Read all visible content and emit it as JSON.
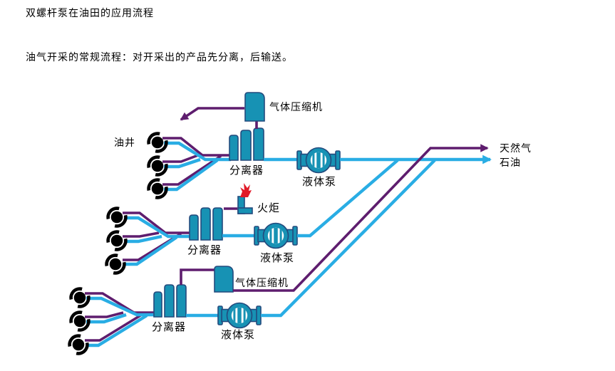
{
  "page": {
    "title": "双螺杆泵在油田的应用流程",
    "subtitle": "油气开采的常规流程：对开采出的产品先分离，后输送。"
  },
  "diagram": {
    "labels": {
      "oil_well": "油井",
      "separator": "分离器",
      "liquid_pump": "液体泵",
      "gas_compressor": "气体压缩机",
      "flare": "火炬",
      "natural_gas": "天然气",
      "oil": "石油"
    },
    "trains": [
      {
        "wells": 3,
        "equipment": [
          "分离器",
          "气体压缩机",
          "液体泵"
        ]
      },
      {
        "wells": 3,
        "equipment": [
          "分离器",
          "火炬",
          "液体泵"
        ]
      },
      {
        "wells": 3,
        "equipment": [
          "分离器",
          "气体压缩机",
          "液体泵"
        ]
      }
    ],
    "outputs": [
      "天然气",
      "石油"
    ],
    "colors": {
      "equipment_fill": "#1792b4",
      "equipment_stroke": "#234a7d",
      "gas_line": "#5e1d6e",
      "liquid_line": "#29ade4",
      "flame": "#e11a28",
      "well": "#000000",
      "text": "#000000",
      "background": "#ffffff"
    }
  }
}
